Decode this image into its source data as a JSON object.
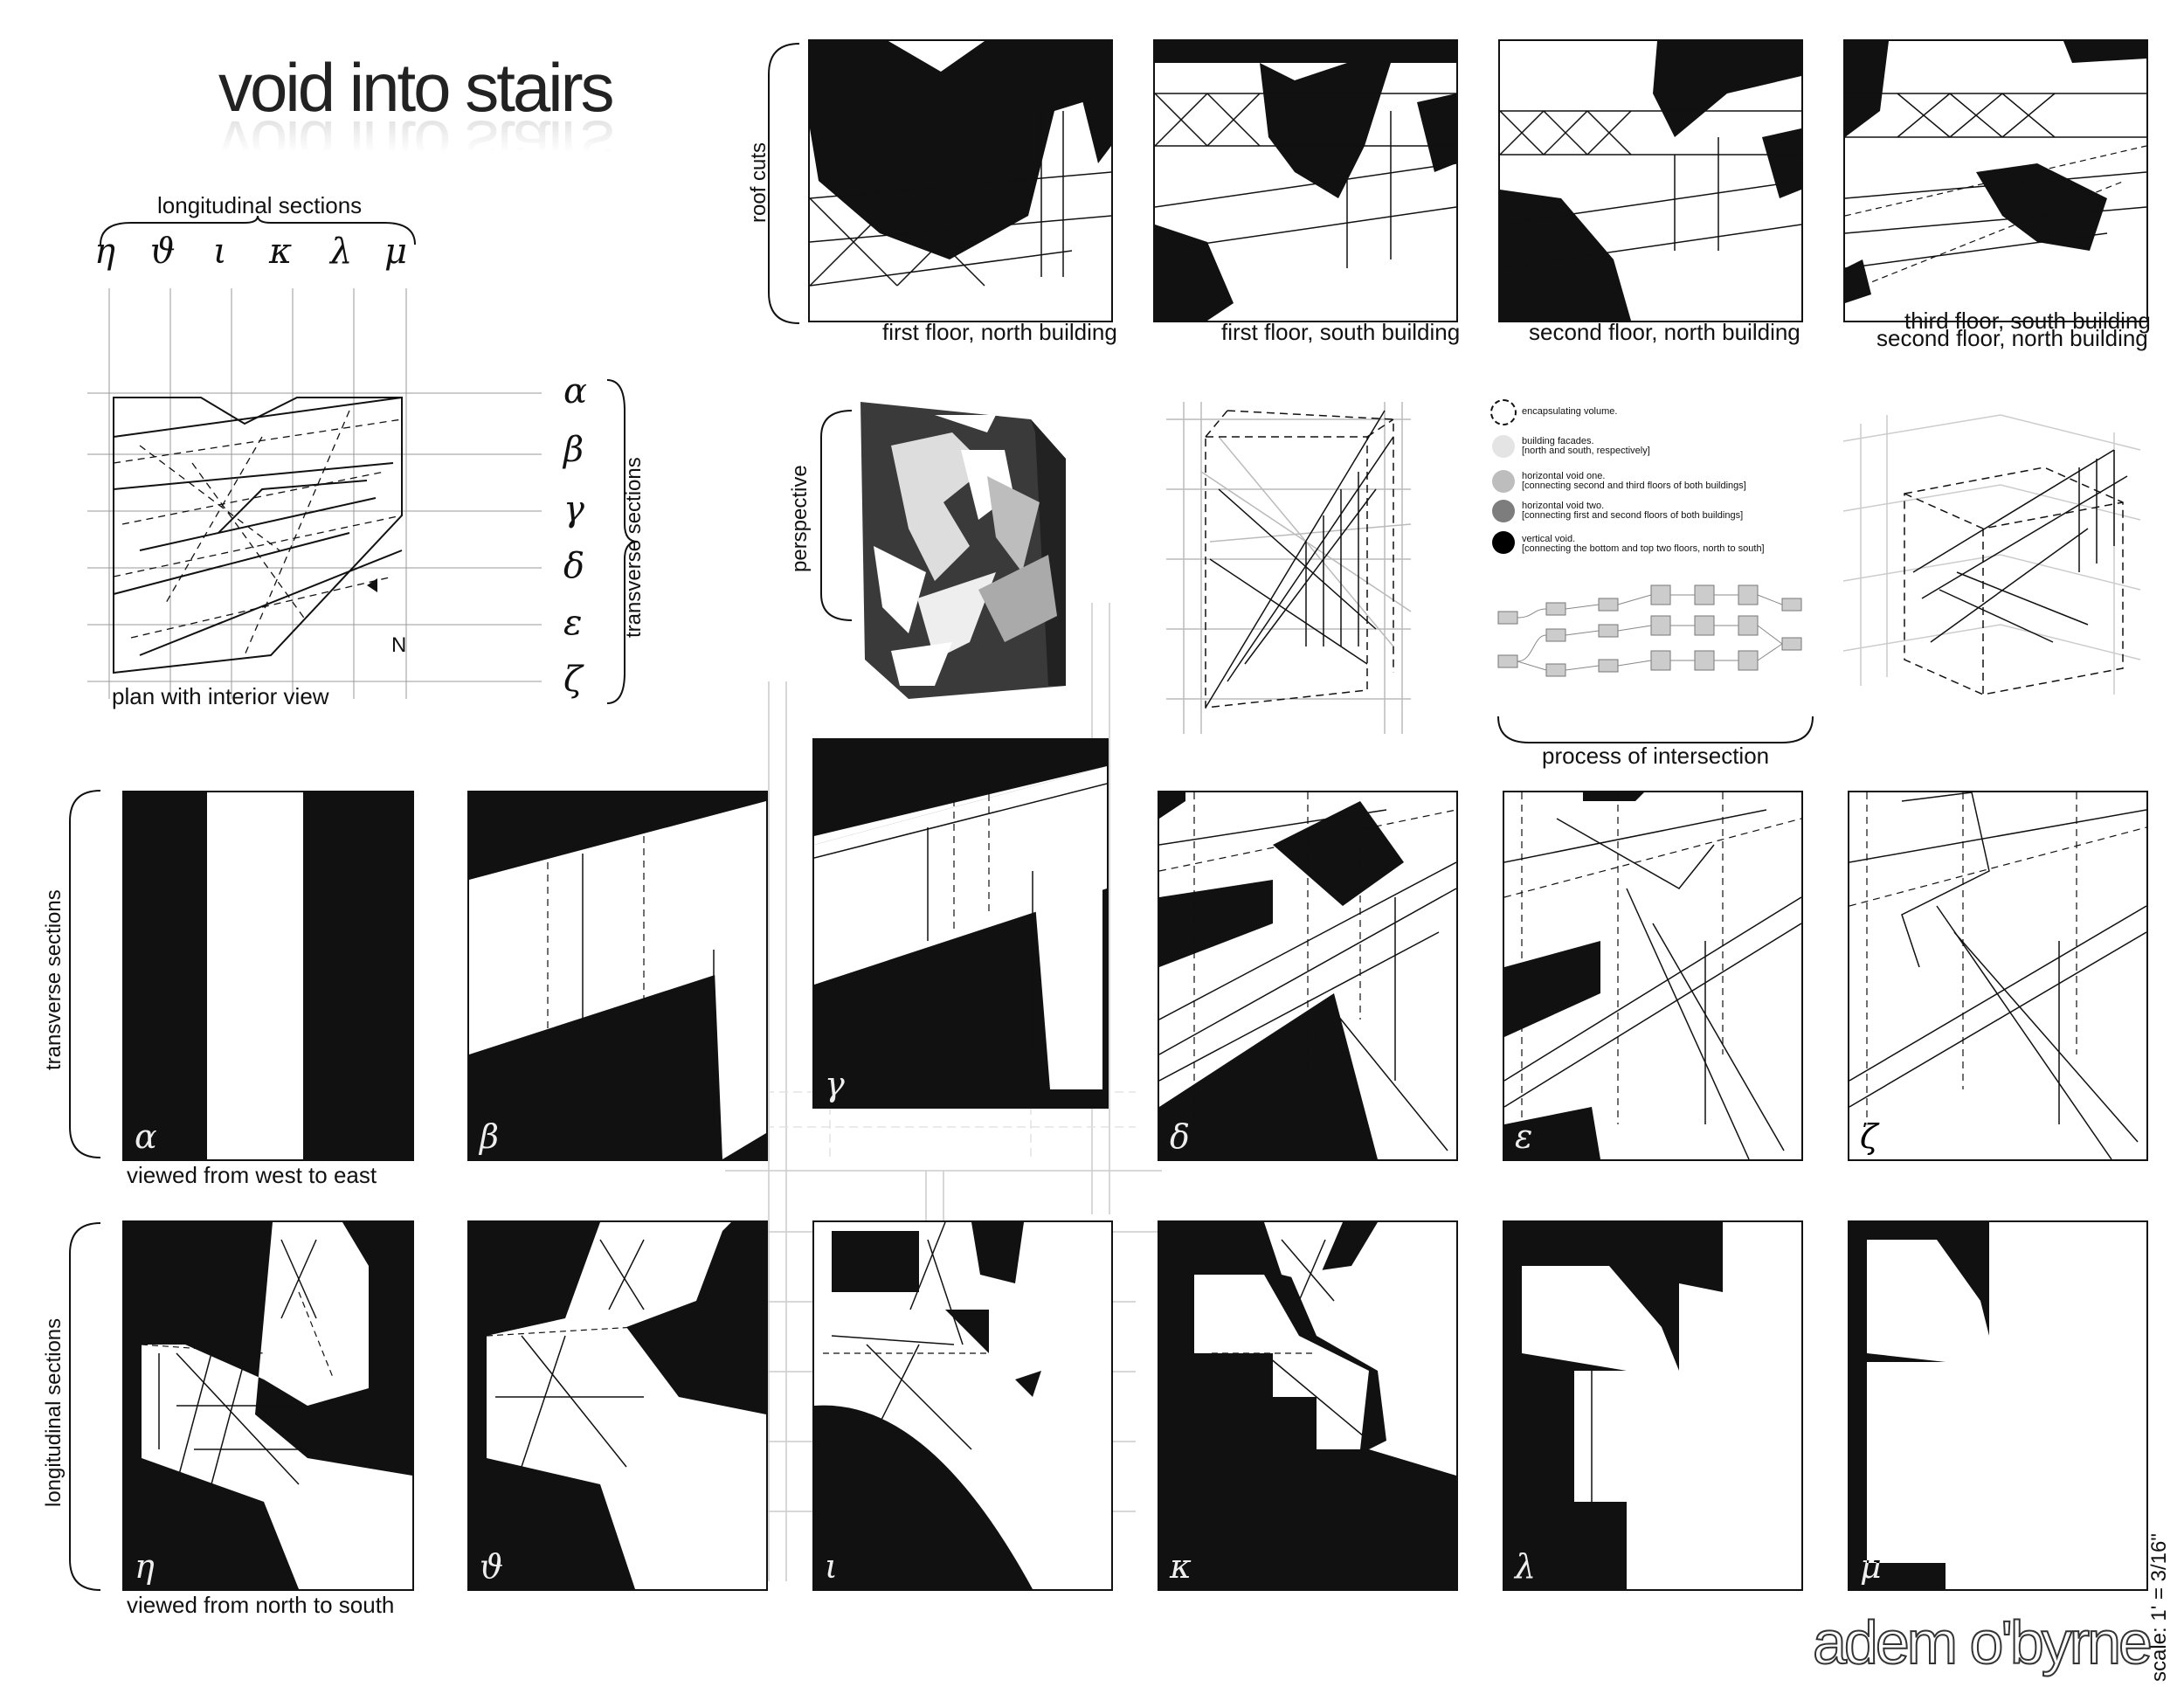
{
  "title": "void into stairs",
  "author": "adem o'byrne",
  "scale": "scale: 1' = 3/16\"",
  "plan": {
    "top_label": "longitudinal sections",
    "longitudinal_letters": [
      "η",
      "ϑ",
      "ι",
      "κ",
      "λ",
      "μ"
    ],
    "transverse_letters": [
      "α",
      "β",
      "γ",
      "δ",
      "ε",
      "ζ"
    ],
    "side_label": "transverse sections",
    "north_label": "N",
    "caption": "plan with interior view"
  },
  "roof_cuts": {
    "label": "roof cuts",
    "captions": [
      "first floor, north building",
      "first floor, south building",
      "second floor, north building",
      "third floor, south building",
      "second floor, north building"
    ]
  },
  "perspective": {
    "label": "perspective"
  },
  "process": {
    "label": "process of intersection",
    "legend": [
      {
        "title": "encapsulating volume.",
        "sub": "",
        "color": "#ffffff"
      },
      {
        "title": "building facades.",
        "sub": "[north and south, respectively]",
        "color": "#e4e4e4"
      },
      {
        "title": "horizontal void one.",
        "sub": "[connecting second and third floors of both buildings]",
        "color": "#bdbdbd"
      },
      {
        "title": "horizontal void two.",
        "sub": "[connecting first and second floors of both buildings]",
        "color": "#7d7d7d"
      },
      {
        "title": "vertical void.",
        "sub": "[connecting the bottom and top two floors, north to south]",
        "color": "#000000"
      }
    ]
  },
  "transverse": {
    "label": "transverse sections",
    "caption": "viewed from west to east",
    "letters": [
      "α",
      "β",
      "γ",
      "δ",
      "ε",
      "ζ"
    ]
  },
  "longitudinal": {
    "label": "longitudinal sections",
    "caption": "viewed from north to south",
    "letters": [
      "η",
      "ϑ",
      "ι",
      "κ",
      "λ",
      "μ"
    ]
  }
}
